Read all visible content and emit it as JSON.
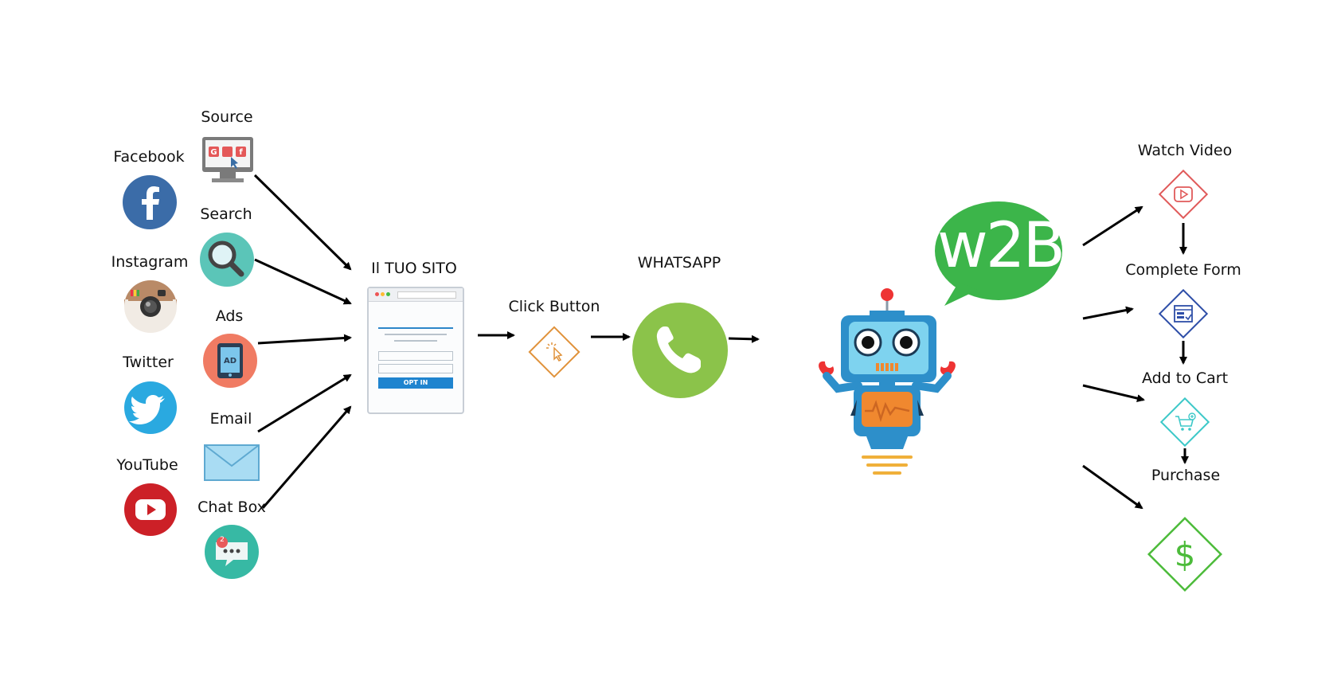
{
  "sources": {
    "left": [
      {
        "label": "Facebook",
        "icon": "facebook-icon",
        "color": "#3b6ca8"
      },
      {
        "label": "Instagram",
        "icon": "instagram-icon",
        "color": "#c9a27e"
      },
      {
        "label": "Twitter",
        "icon": "twitter-icon",
        "color": "#2aa9e0"
      },
      {
        "label": "YouTube",
        "icon": "youtube-icon",
        "color": "#cc2027"
      }
    ],
    "right": [
      {
        "label": "Source",
        "icon": "monitor-icon",
        "color": "#8a8a8a"
      },
      {
        "label": "Search",
        "icon": "magnifier-icon",
        "color": "#5bc5b8"
      },
      {
        "label": "Ads",
        "icon": "ad-tablet-icon",
        "color": "#f07b63"
      },
      {
        "label": "Email",
        "icon": "envelope-icon",
        "color": "#7cc6ec"
      },
      {
        "label": "Chat Box",
        "icon": "chat-bubble-icon",
        "color": "#37b9a4",
        "badge": "2"
      }
    ]
  },
  "site": {
    "label": "Il TUO SITO",
    "button": "OPT IN",
    "icon": "webpage-icon"
  },
  "click": {
    "label": "Click Button",
    "icon": "cursor-click-icon",
    "color": "#e0923a"
  },
  "whatsapp": {
    "label": "WHATSAPP",
    "icon": "phone-icon",
    "color": "#8bc34a"
  },
  "bot": {
    "bubble": "w2B",
    "icon": "robot-icon",
    "bubble_color": "#3cb54a"
  },
  "funnel": [
    {
      "label": "Watch Video",
      "icon": "play-video-icon",
      "color": "#e05a5a"
    },
    {
      "label": "Complete Form",
      "icon": "form-icon",
      "color": "#2e4ea8"
    },
    {
      "label": "Add to Cart",
      "icon": "cart-icon",
      "color": "#3cc8c8"
    },
    {
      "label": "Purchase",
      "icon": "dollar-icon",
      "color": "#4cbb3a"
    }
  ]
}
